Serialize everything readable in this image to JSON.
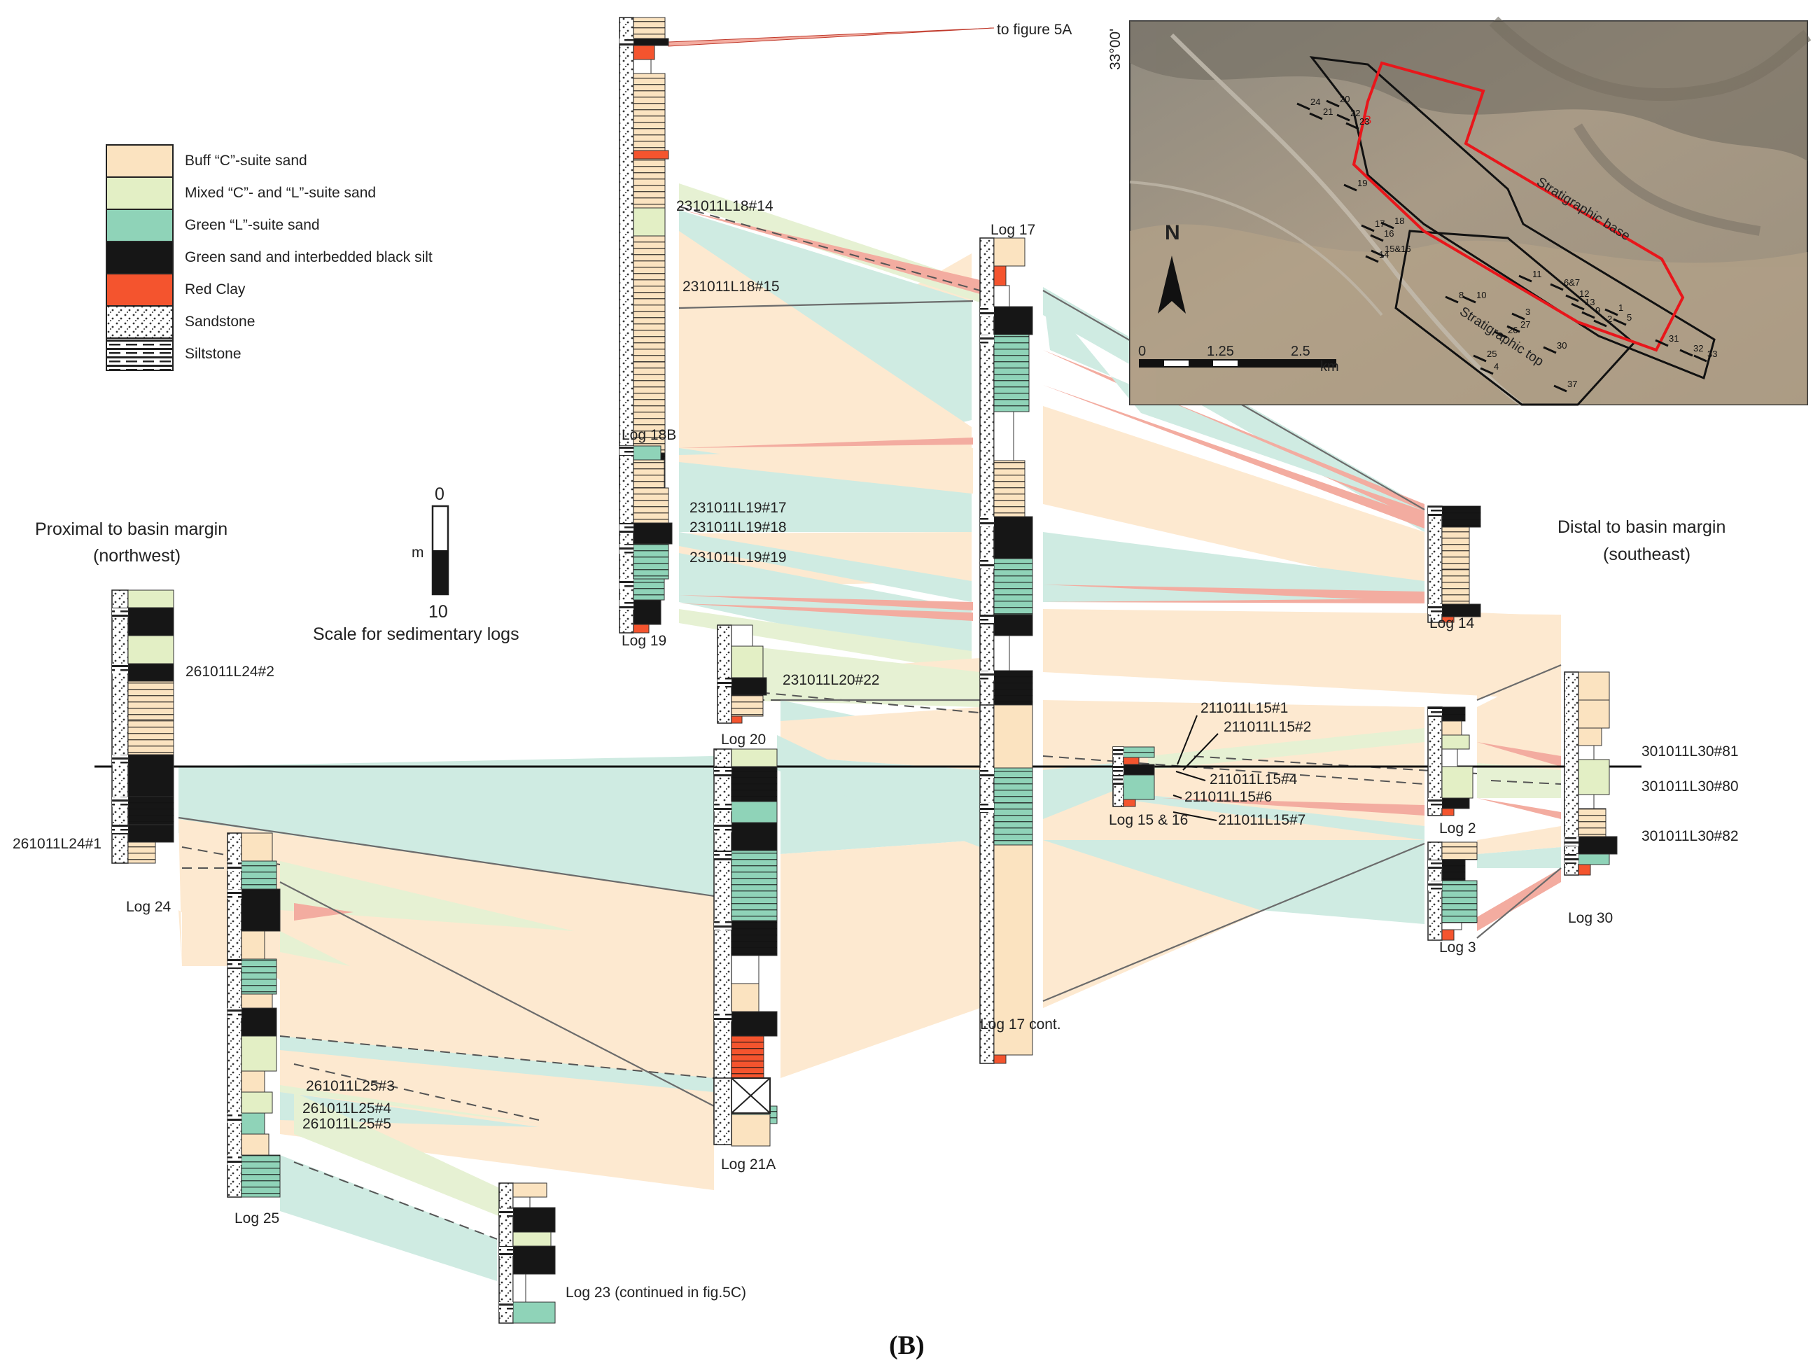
{
  "colors": {
    "buff": "#fbe3c0",
    "mixed": "#e3efc5",
    "green": "#8fd3b8",
    "black": "#161616",
    "red": "#f4542e",
    "band_buff": "#fde9d0",
    "band_mixed": "#e6f1d3",
    "band_green": "#cfebe2",
    "band_red": "#f3aca0",
    "map_outline": "#e8161b"
  },
  "legend": [
    {
      "key": "buff",
      "label": "Buff “C”-suite sand"
    },
    {
      "key": "mixed",
      "label": "Mixed “C”- and “L”-suite sand"
    },
    {
      "key": "green",
      "label": "Green “L”-suite sand"
    },
    {
      "key": "black",
      "label": "Green sand and interbedded black silt"
    },
    {
      "key": "red",
      "label": "Red Clay"
    },
    {
      "key": "sandstone",
      "label": "Sandstone"
    },
    {
      "key": "siltstone",
      "label": "Siltstone"
    }
  ],
  "scale": {
    "top": "0",
    "unit": "m",
    "bottom": "10",
    "caption": "Scale for sedimentary logs"
  },
  "proximal": {
    "line1": "Proximal to basin margin",
    "line2": "(northwest)"
  },
  "distal": {
    "line1": "Distal to basin margin",
    "line2": "(southeast)"
  },
  "to_fig": "to figure 5A",
  "logs": [
    {
      "id": "log18b",
      "label": "Log 18B"
    },
    {
      "id": "log17",
      "label": "Log 17"
    },
    {
      "id": "log19",
      "label": "Log 19"
    },
    {
      "id": "log20",
      "label": "Log 20"
    },
    {
      "id": "log14",
      "label": "Log 14"
    },
    {
      "id": "log24",
      "label": "Log 24"
    },
    {
      "id": "log17c",
      "label": "Log 17 cont."
    },
    {
      "id": "log1516",
      "label": "Log 15 & 16"
    },
    {
      "id": "log2",
      "label": "Log 2"
    },
    {
      "id": "log3",
      "label": "Log 3"
    },
    {
      "id": "log30",
      "label": "Log 30"
    },
    {
      "id": "log21a",
      "label": "Log 21A"
    },
    {
      "id": "log25",
      "label": "Log 25"
    },
    {
      "id": "log23",
      "label": "Log 23 (continued in fig.5C)"
    }
  ],
  "samples": [
    "231011L18#14",
    "231011L18#15",
    "231011L19#17",
    "231011L19#18",
    "231011L19#19",
    "231011L20#22",
    "261011L24#2",
    "261011L24#1",
    "211011L15#1",
    "211011L15#2",
    "211011L15#4",
    "211011L15#6",
    "211011L15#7",
    "301011L30#81",
    "301011L30#80",
    "301011L30#82",
    "261011L25#3",
    "261011L25#4",
    "261011L25#5"
  ],
  "map": {
    "lat": "33°00'",
    "north": "N",
    "strat_base": "Stratigraphic base",
    "strat_top": "Stratigraphic top",
    "outline_letter": "B",
    "scale": [
      "0",
      "1.25",
      "2.5",
      "km"
    ],
    "site_nums": [
      "24",
      "21",
      "20",
      "22",
      "23",
      "19",
      "17",
      "18",
      "16",
      "15&16",
      "14",
      "8",
      "10",
      "11",
      "6&7",
      "12",
      "13",
      "9",
      "1",
      "2",
      "3",
      "27",
      "26",
      "25",
      "4",
      "30",
      "5",
      "31",
      "32",
      "33",
      "37"
    ]
  },
  "caption": "(B)"
}
